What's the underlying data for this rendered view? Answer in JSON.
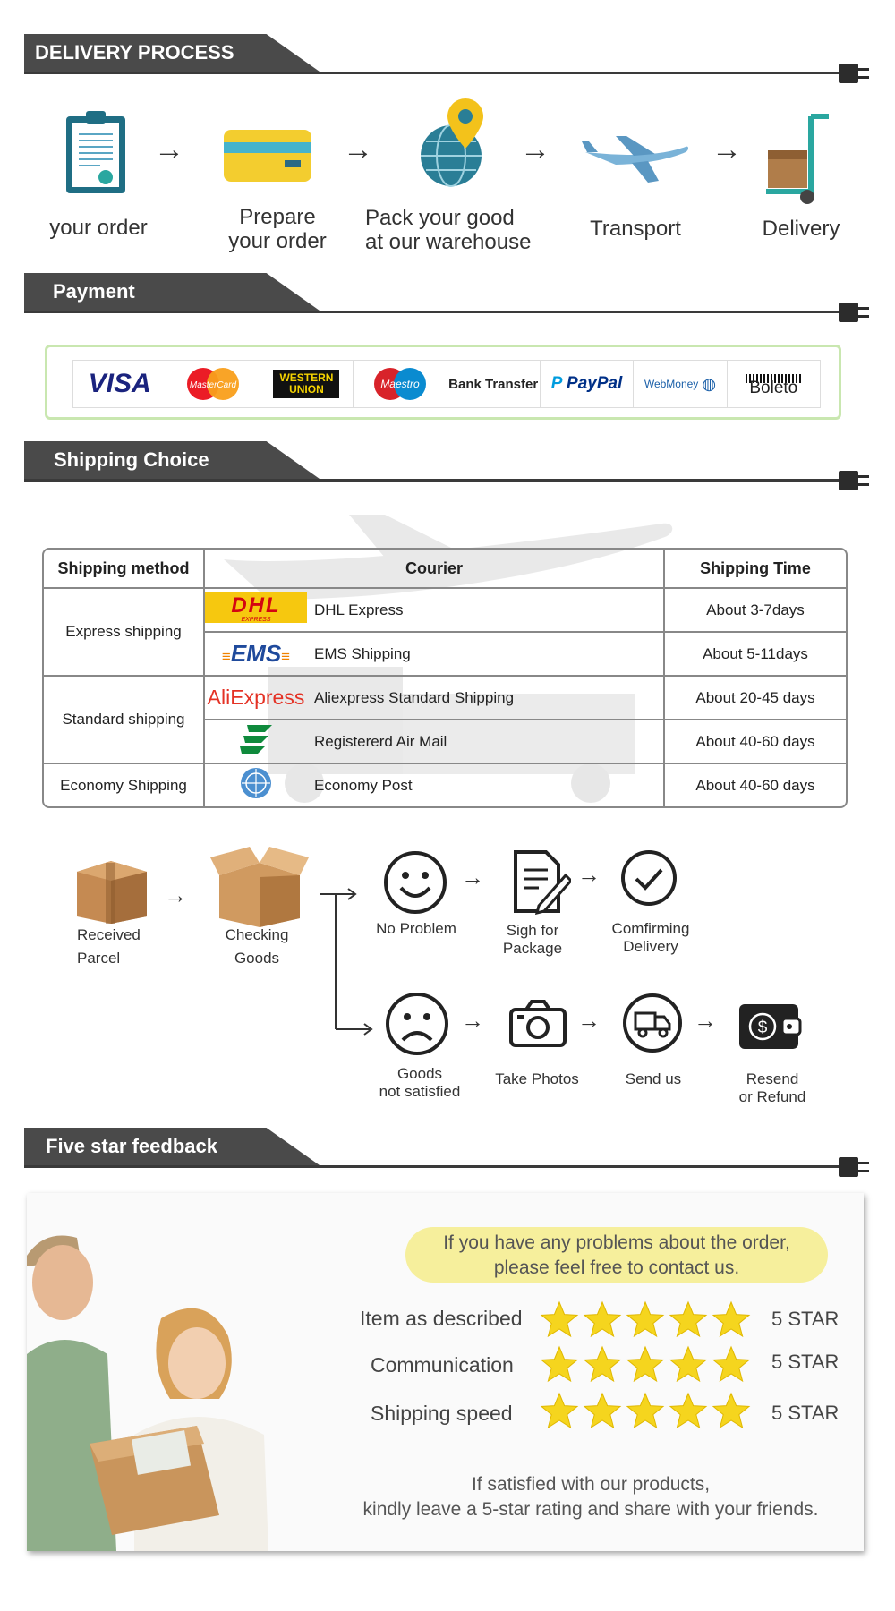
{
  "delivery": {
    "title": "DELIVERY PROCESS",
    "steps": [
      {
        "line1": "your order",
        "line2": "",
        "icon": "clipboard-icon"
      },
      {
        "line1": "Prepare",
        "line2": "your order",
        "icon": "credit-card-icon"
      },
      {
        "line1": "Pack your good",
        "line2": "at our warehouse",
        "icon": "globe-pin-icon"
      },
      {
        "line1": "Transport",
        "line2": "",
        "icon": "airplane-icon"
      },
      {
        "line1": "Delivery",
        "line2": "",
        "icon": "hand-truck-icon"
      }
    ]
  },
  "payment": {
    "title": "Payment",
    "methods": [
      "VISA",
      "MasterCard",
      "WESTERN UNION",
      "Maestro",
      "Bank Transfer",
      "PayPal",
      "WebMoney",
      "Boleto"
    ]
  },
  "shipping": {
    "title": "Shipping Choice",
    "headers": {
      "method": "Shipping method",
      "courier": "Courier",
      "time": "Shipping Time"
    },
    "groups": {
      "express": "Express shipping",
      "standard": "Standard shipping",
      "economy": "Economy Shipping"
    },
    "rows": [
      {
        "logo": "DHL",
        "logo_sub": "EXPRESS",
        "name": "DHL Express",
        "time": "About 3-7days"
      },
      {
        "logo": "EMS",
        "name": "EMS Shipping",
        "time": "About 5-11days"
      },
      {
        "logo": "AliExpress",
        "name": "Aliexpress Standard Shipping",
        "time": "About 20-45 days"
      },
      {
        "logo": "china-post-icon",
        "name": "Registererd Air Mail",
        "time": "About 40-60 days"
      },
      {
        "logo": "un-emblem-icon",
        "name": "Economy Post",
        "time": "About 40-60 days"
      }
    ]
  },
  "aftersale": {
    "received": [
      "Received",
      "Parcel"
    ],
    "checking": [
      "Checking",
      "Goods"
    ],
    "no_problem": "No Problem",
    "sign": [
      "Sigh for",
      "Package"
    ],
    "confirm": [
      "Comfirming",
      "Delivery"
    ],
    "not_satisfied": [
      "Goods",
      "not satisfied"
    ],
    "photos": "Take Photos",
    "send": "Send us",
    "refund": [
      "Resend",
      "or Refund"
    ]
  },
  "feedback": {
    "title": "Five star feedback",
    "pill": [
      "If you have any problems about the order,",
      "please feel free to contact us."
    ],
    "ratings": [
      {
        "label": "Item as described",
        "stars": 5,
        "text": "5 STAR"
      },
      {
        "label": "Communication",
        "stars": 5,
        "text": "5 STAR"
      },
      {
        "label": "Shipping speed",
        "stars": 5,
        "text": "5 STAR"
      }
    ],
    "footer": [
      "If satisfied with our products,",
      "kindly leave a 5-star rating and share with your friends."
    ]
  },
  "colors": {
    "header_bg": "#4a4a4a",
    "star": "#f5d51e",
    "pay_border": "#c9e7b0",
    "pill": "#f6ef9c"
  }
}
